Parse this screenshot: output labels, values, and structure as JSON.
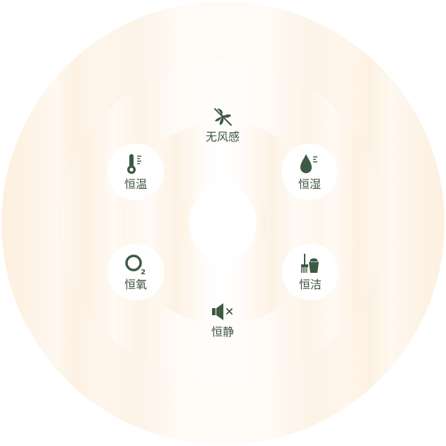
{
  "features": [
    {
      "id": "no-wind",
      "label": "无风感",
      "icon": "fan-off-icon"
    },
    {
      "id": "temperature",
      "label": "恒温",
      "icon": "thermometer-icon"
    },
    {
      "id": "humidity",
      "label": "恒湿",
      "icon": "water-drop-icon"
    },
    {
      "id": "oxygen",
      "label": "恒氧",
      "icon": "oxygen-o2-icon"
    },
    {
      "id": "clean",
      "label": "恒洁",
      "icon": "broom-bucket-icon"
    },
    {
      "id": "quiet",
      "label": "恒静",
      "icon": "speaker-mute-icon"
    }
  ],
  "colors": {
    "icon": "#3d5a43",
    "label": "#3c5440",
    "ring": "#fdf0e0"
  }
}
